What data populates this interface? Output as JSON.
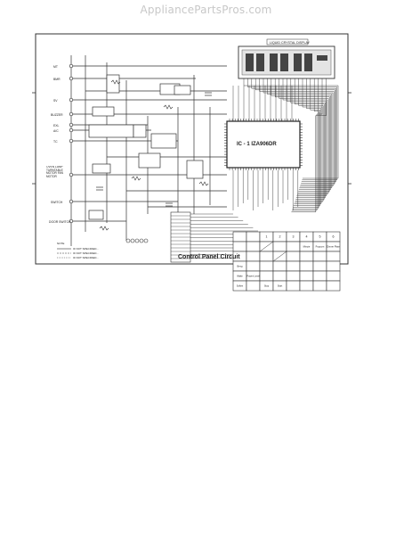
{
  "watermark": "AppliancePartsPros.com",
  "diagram": {
    "caption": "Control Panel Circuit",
    "ic_label": "IC - 1 IZA906DR",
    "display_label": "LIQUID CRYSTAL DISPLAY",
    "left_labels": [
      "MT",
      "BMR",
      "SV",
      "BUZZER",
      "EXL",
      "A/C",
      "TC",
      "OVEN LAMP TURNTABLE MOTOR FAN MOTOR",
      "SWITCH",
      "DOOR SWITCH"
    ],
    "keypad_rows": [
      [
        "",
        "",
        "1",
        "2",
        "3",
        "4",
        "5",
        "6"
      ],
      [
        "",
        "",
        "",
        "",
        "",
        "Minute",
        "Popcorn",
        "Dinner Plate"
      ],
      [
        "",
        "",
        "",
        "",
        "",
        "",
        "",
        ""
      ],
      [
        "Bevg",
        "",
        "",
        "",
        "",
        "",
        "",
        ""
      ],
      [
        "Wake",
        "Power Level",
        "",
        "",
        "",
        "",
        "",
        ""
      ],
      [
        "Soften",
        "",
        "Stop",
        "Start",
        "",
        "",
        "",
        ""
      ]
    ],
    "notes": [
      "NOTE",
      "IF NOT SPECIFIED...",
      "IF NOT SPECIFIED...",
      "IF NOT SPECIFIED..."
    ]
  }
}
